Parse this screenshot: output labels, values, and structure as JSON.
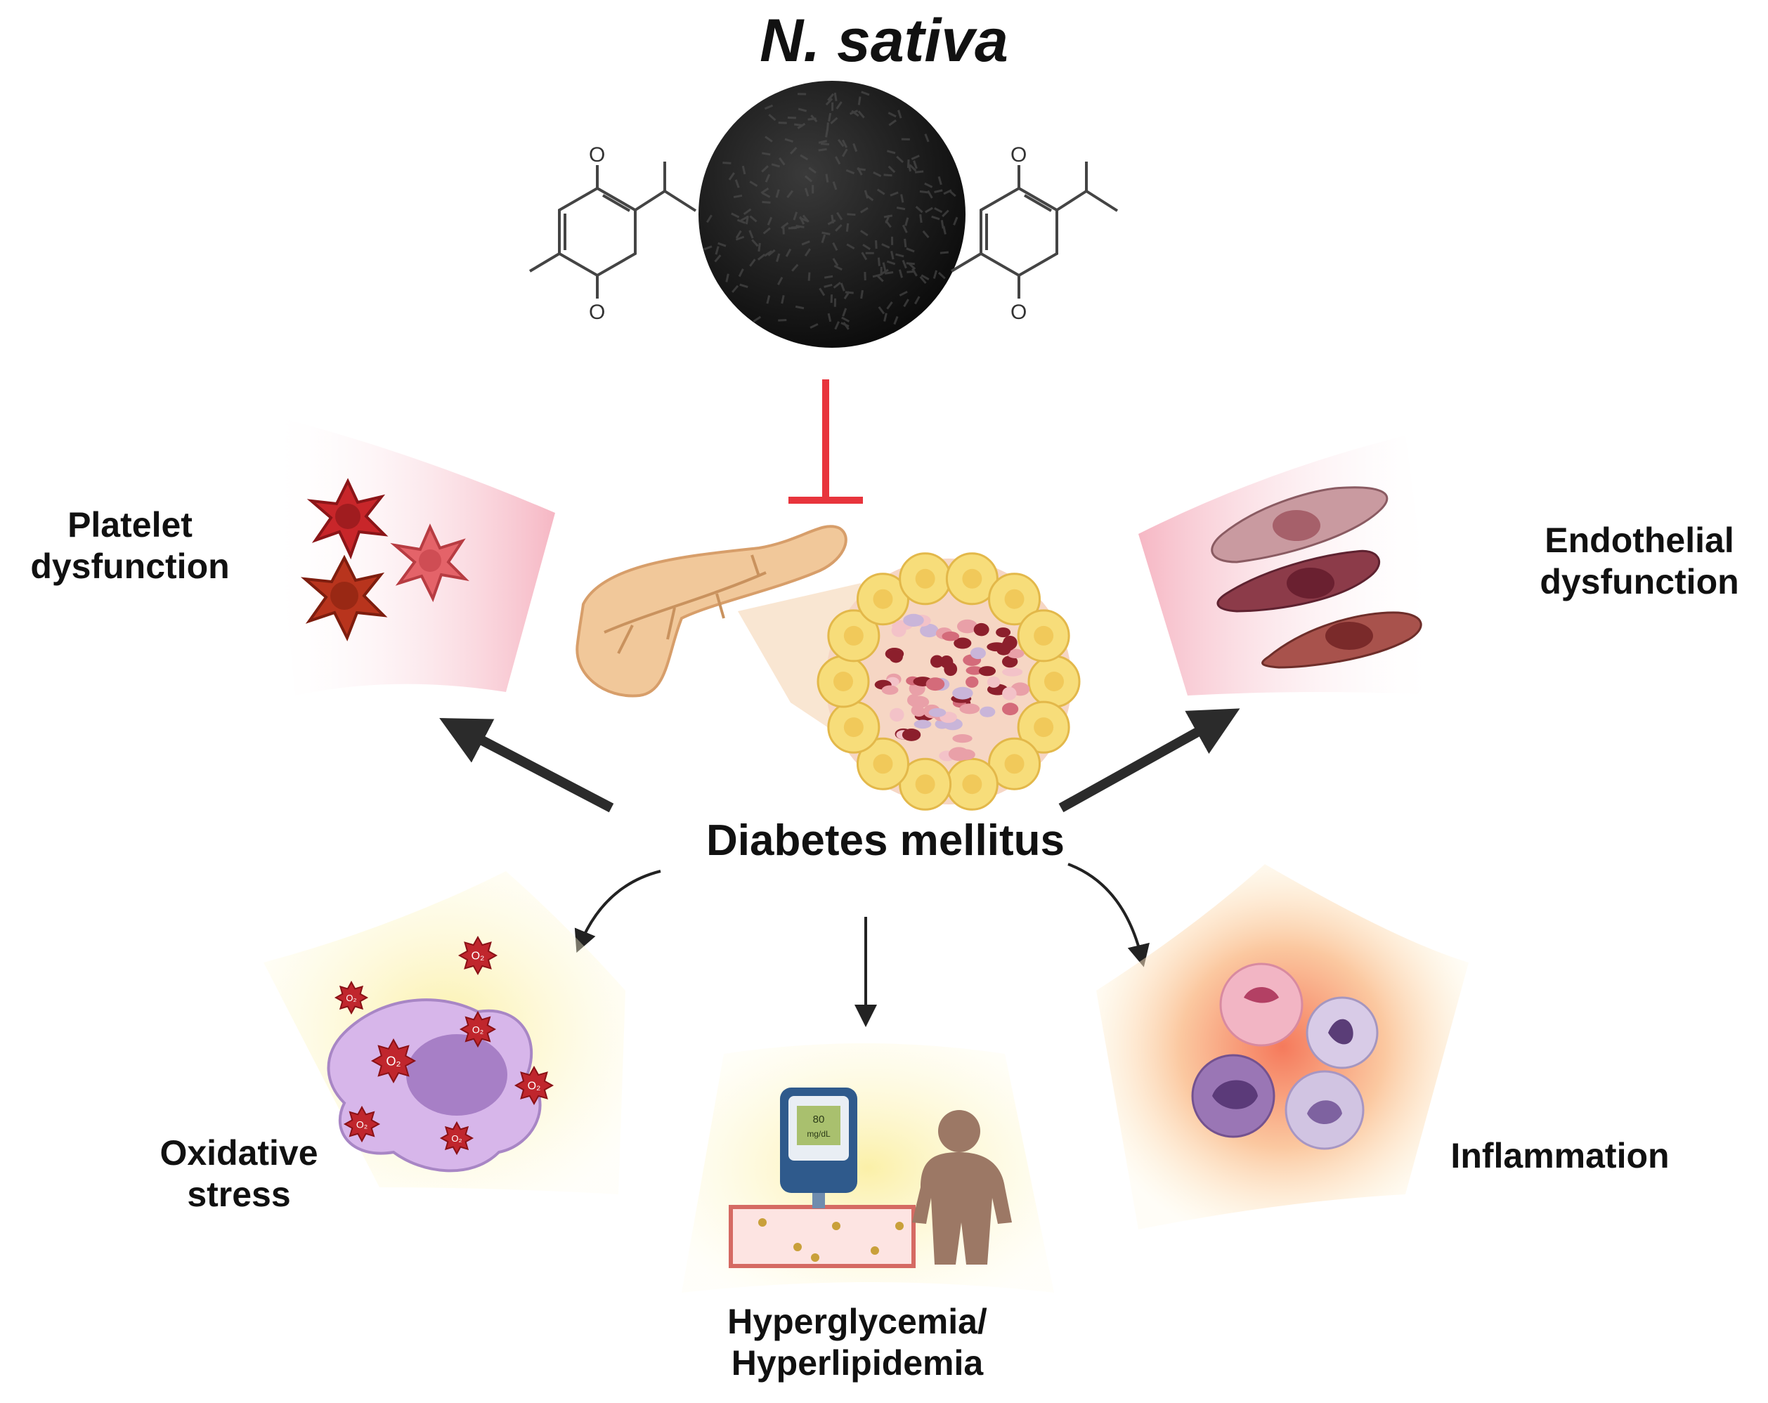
{
  "title": "N. sativa",
  "center": "Diabetes mellitus",
  "outcomes": {
    "platelet": {
      "line1": "Platelet",
      "line2": "dysfunction"
    },
    "endothelial": {
      "line1": "Endothelial",
      "line2": "dysfunction"
    },
    "oxidative": {
      "line1": "Oxidative",
      "line2": "stress"
    },
    "hyper": {
      "line1": "Hyperglycemia/",
      "line2": "Hyperlipidemia"
    },
    "inflammation": {
      "line1": "Inflammation"
    }
  },
  "glucometer_reading": {
    "value": "80",
    "unit": "mg/dL"
  },
  "molecule_atom": "O",
  "ros_label": "O₂",
  "colors": {
    "inhibition": "#e8343c",
    "arrow": "#2b2b2b",
    "pink_panel": "#f7c6cf",
    "yellow_panel": "#fbf3b8"
  }
}
